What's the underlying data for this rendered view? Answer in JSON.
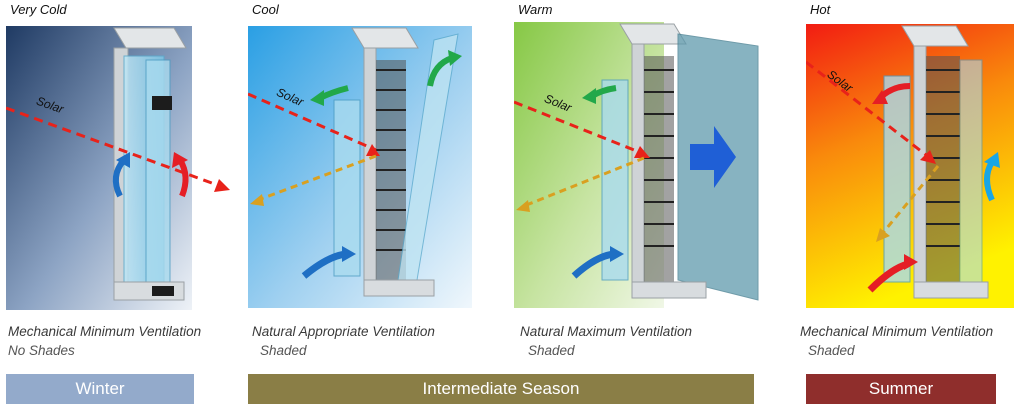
{
  "panels": [
    {
      "condition": "Very Cold",
      "solar_label": "Solar",
      "ventilation": "Mechanical Minimum Ventilation",
      "shading": "No Shades",
      "gradient": [
        "#1f3a63",
        "#e9eef5"
      ]
    },
    {
      "condition": "Cool",
      "solar_label": "Solar",
      "ventilation": "Natural Appropriate Ventilation",
      "shading": "Shaded",
      "gradient": [
        "#3aa8e8",
        "#e8f3fb"
      ]
    },
    {
      "condition": "Warm",
      "solar_label": "Solar",
      "ventilation": "Natural Maximum Ventilation",
      "shading": "Shaded",
      "gradient": [
        "#8ccc4a",
        "#eef6e2"
      ]
    },
    {
      "condition": "Hot",
      "solar_label": "Solar",
      "ventilation": "Mechanical Minimum Ventilation",
      "shading": "Shaded",
      "gradient": [
        "#f22515",
        "#fff200"
      ]
    }
  ],
  "seasons": [
    {
      "label": "Winter",
      "color": "#93aacb"
    },
    {
      "label": "Intermediate Season",
      "color": "#8a7e46"
    },
    {
      "label": "Summer",
      "color": "#8f2e2c"
    }
  ],
  "colors": {
    "solar_ray": "#e8221a",
    "reflected_ray": "#d9a020",
    "air_blue": "#1f6fc4",
    "air_green": "#22a84a",
    "air_red": "#e51e25",
    "glass": "#9fd6ec",
    "frame": "#c9cdd0"
  }
}
